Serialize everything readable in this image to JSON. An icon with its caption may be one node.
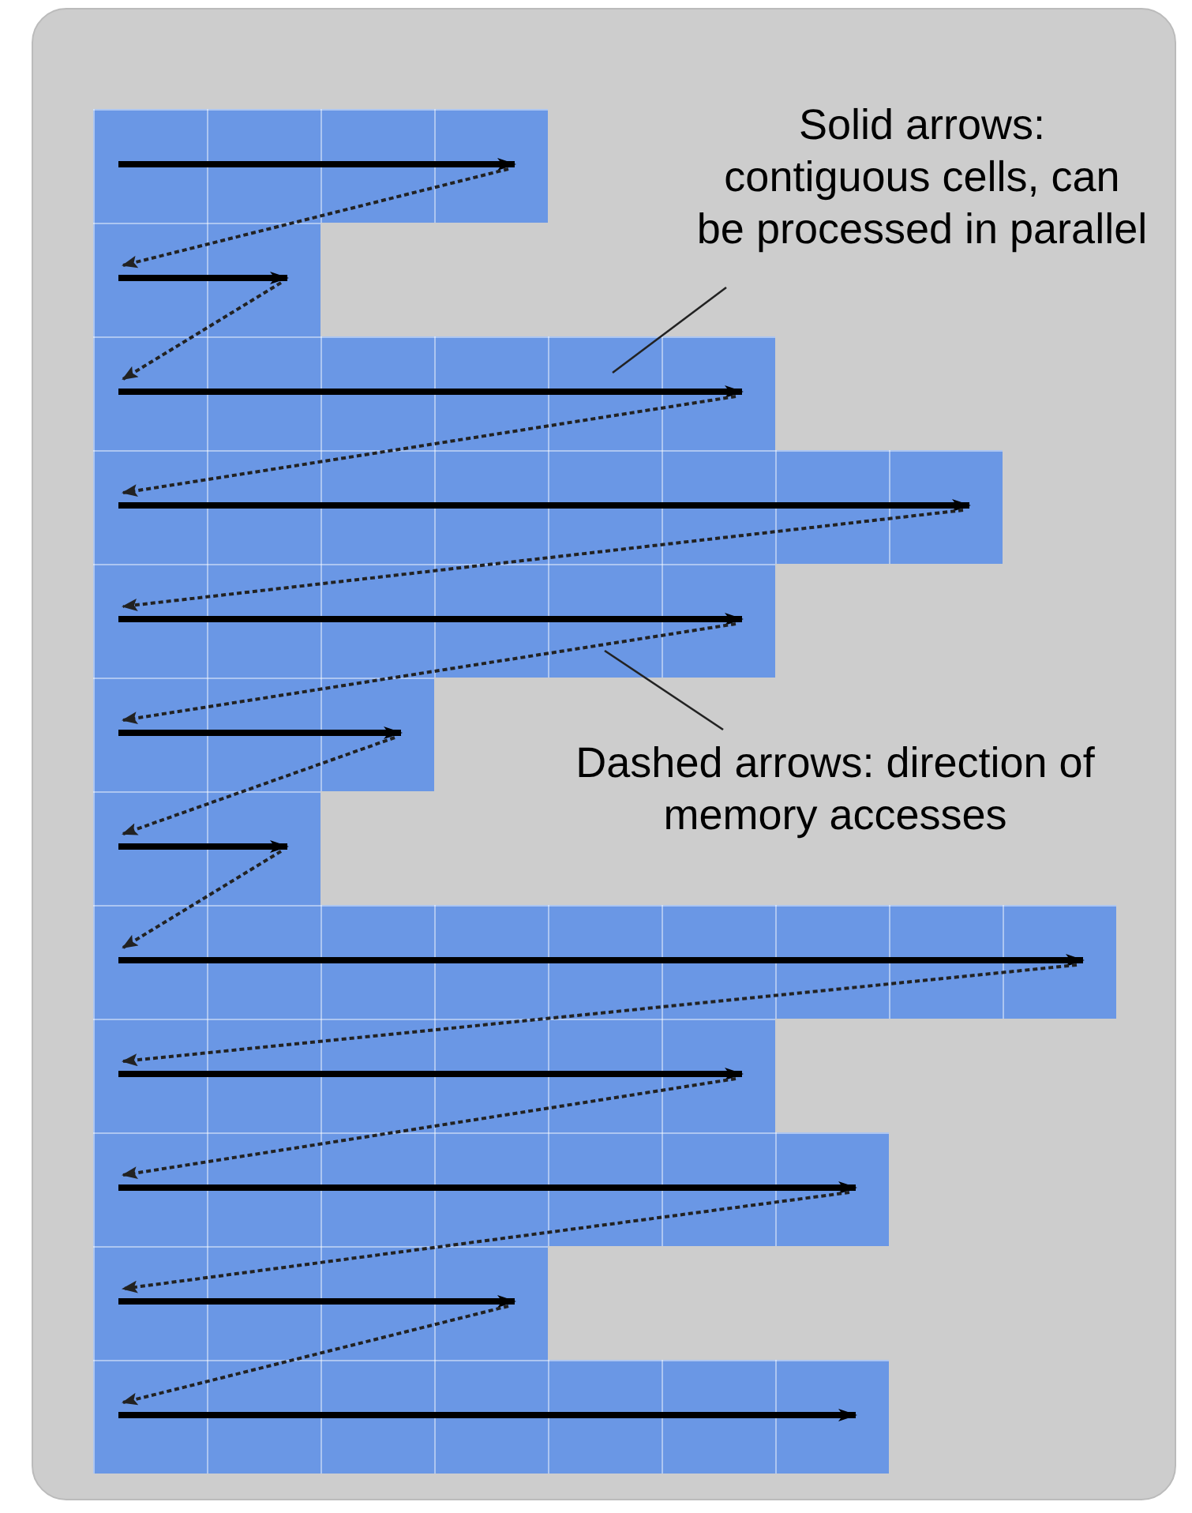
{
  "diagram": {
    "nodes": [
      {
        "text": [],
        "shape": "box"
      },
      {
        "text": [],
        "shape": "bar",
        "in": 0
      },
      {
        "text": [],
        "shape": "bar",
        "in": 0
      },
      {
        "text": [],
        "shape": "bar",
        "in": 0
      },
      {
        "text": [],
        "shape": "bar",
        "in": 0
      },
      {
        "text": [],
        "shape": "bar",
        "in": 0
      },
      {
        "text": [],
        "shape": "bar",
        "in": 0
      },
      {
        "text": [],
        "shape": "bar",
        "in": 0
      },
      {
        "text": [],
        "shape": "bar",
        "in": 0
      },
      {
        "text": [],
        "shape": "bar",
        "in": 0
      },
      {
        "text": [],
        "shape": "bar",
        "in": 0
      },
      {
        "text": [],
        "shape": "bar",
        "in": 0
      },
      {
        "text": [],
        "shape": "bar",
        "in": 0
      },
      {
        "text": [
          "Solid arrows: contiguous cells, can be processed in parallel"
        ],
        "in": 0
      },
      {
        "text": [
          "Dashed arrows: direction of memory accesses"
        ],
        "in": 0
      }
    ],
    "edges": [
      {
        "from": 1,
        "to": 2,
        "arrow": "to",
        "style": "dashed"
      },
      {
        "from": 2,
        "to": 3,
        "arrow": "to",
        "style": "dashed"
      },
      {
        "from": 3,
        "to": 4,
        "arrow": "to",
        "style": "dashed"
      },
      {
        "from": 4,
        "to": 5,
        "arrow": "to",
        "style": "dashed"
      },
      {
        "from": 5,
        "to": 6,
        "arrow": "to",
        "style": "dashed"
      },
      {
        "from": 6,
        "to": 7,
        "arrow": "to",
        "style": "dashed"
      },
      {
        "from": 7,
        "to": 8,
        "arrow": "to",
        "style": "dashed"
      },
      {
        "from": 8,
        "to": 9,
        "arrow": "to",
        "style": "dashed"
      },
      {
        "from": 9,
        "to": 10,
        "arrow": "to",
        "style": "dashed"
      },
      {
        "from": 10,
        "to": 11,
        "arrow": "to",
        "style": "dashed"
      },
      {
        "from": 11,
        "to": 12,
        "arrow": "to",
        "style": "dashed"
      },
      {
        "from": 13,
        "to": 3,
        "arrow": "none"
      },
      {
        "from": 14,
        "to": 5,
        "arrow": "none"
      }
    ]
  }
}
